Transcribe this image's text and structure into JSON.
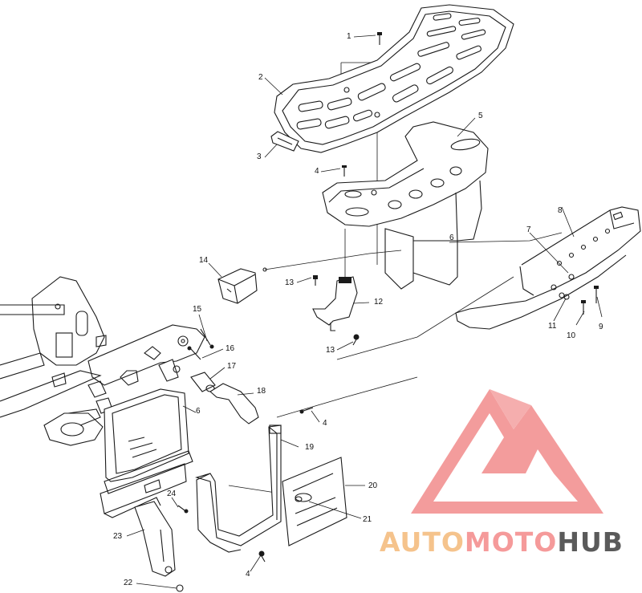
{
  "callouts": {
    "c1": "1",
    "c2": "2",
    "c3": "3",
    "c4a": "4",
    "c5": "5",
    "c6a": "6",
    "c7": "7",
    "c8": "8",
    "c9": "9",
    "c10": "10",
    "c11": "11",
    "c12": "12",
    "c13a": "13",
    "c13b": "13",
    "c14": "14",
    "c15": "15",
    "c16": "16",
    "c17": "17",
    "c18": "18",
    "c6b": "6",
    "c4b": "4",
    "c19": "19",
    "c20": "20",
    "c21": "21",
    "c24": "24",
    "c23": "23",
    "c22": "22",
    "c4c": "4"
  },
  "watermark": {
    "part1": "AUTO",
    "part2": "MOTO",
    "part3": "HUB",
    "color1": "#f5c38c",
    "color2": "#f59a9a",
    "color3": "#5a5a5a",
    "logo_color": "#f28b8b"
  }
}
